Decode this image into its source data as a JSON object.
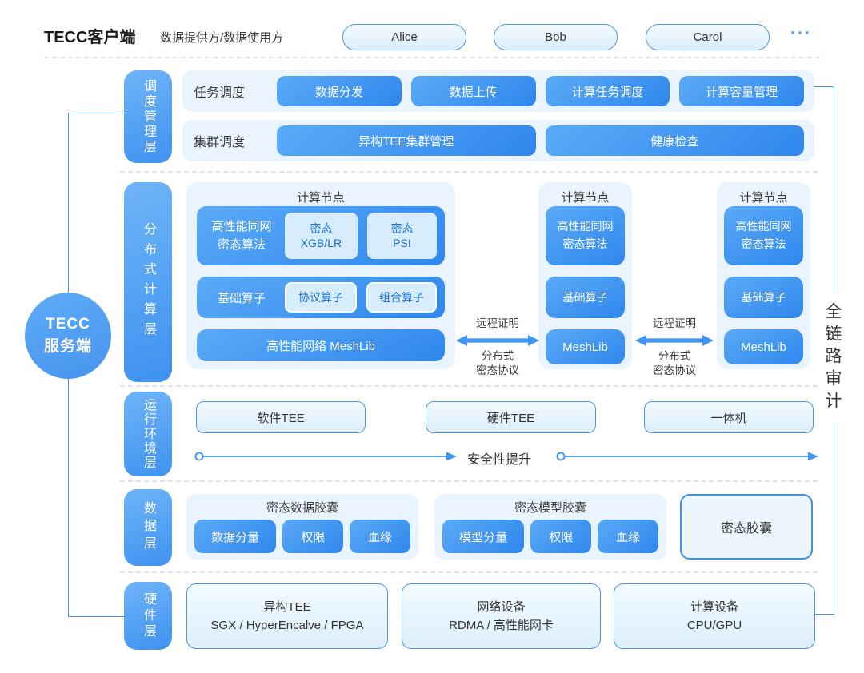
{
  "colors": {
    "accent_blue": "#3E8FE8",
    "chip_gradient_start": "#5BAAF7",
    "chip_gradient_end": "#2F87ED",
    "panel_light": "#EAF4FE",
    "line_blue": "#4A90E2"
  },
  "header": {
    "title": "TECC客户端",
    "subtitle": "数据提供方/数据使用方",
    "clients": [
      "Alice",
      "Bob",
      "Carol"
    ],
    "more": "···"
  },
  "server": {
    "line1": "TECC",
    "line2": "服务端"
  },
  "audit": {
    "label": "全链路审计"
  },
  "scheduling": {
    "layer_label": "调度管理层",
    "task_row": {
      "label": "任务调度",
      "buttons": [
        "数据分发",
        "数据上传",
        "计算任务调度",
        "计算容量管理"
      ]
    },
    "cluster_row": {
      "label": "集群调度",
      "buttons": [
        "异构TEE集群管理",
        "健康检查"
      ]
    }
  },
  "computing": {
    "layer_label": "分布式计算层",
    "main_node": {
      "title": "计算节点",
      "algo_label_l1": "高性能同网",
      "algo_label_l2": "密态算法",
      "algo_items": [
        {
          "l1": "密态",
          "l2": "XGB/LR"
        },
        {
          "l1": "密态",
          "l2": "PSI"
        }
      ],
      "operator_label": "基础算子",
      "operator_items": [
        "协议算子",
        "组合算子"
      ],
      "network_label": "高性能网络 MeshLib"
    },
    "small_nodes": [
      {
        "title": "计算节点",
        "algo_l1": "高性能同网",
        "algo_l2": "密态算法",
        "operator": "基础算子",
        "network": "MeshLib"
      },
      {
        "title": "计算节点",
        "algo_l1": "高性能同网",
        "algo_l2": "密态算法",
        "operator": "基础算子",
        "network": "MeshLib"
      }
    ],
    "links": [
      {
        "top": "远程证明",
        "bottom_l1": "分布式",
        "bottom_l2": "密态协议"
      },
      {
        "top": "远程证明",
        "bottom_l1": "分布式",
        "bottom_l2": "密态协议"
      }
    ]
  },
  "runtime": {
    "layer_label": "运行环境层",
    "boxes": [
      "软件TEE",
      "硬件TEE",
      "一体机"
    ],
    "axis_label": "安全性提升"
  },
  "data_layer": {
    "layer_label": "数据层",
    "groups": [
      {
        "title": "密态数据胶囊",
        "buttons": [
          "数据分量",
          "权限",
          "血缘"
        ]
      },
      {
        "title": "密态模型胶囊",
        "buttons": [
          "模型分量",
          "权限",
          "血缘"
        ]
      }
    ],
    "capsule": "密态胶囊"
  },
  "hardware": {
    "layer_label": "硬件层",
    "boxes": [
      {
        "l1": "异构TEE",
        "l2": "SGX / HyperEncalve / FPGA"
      },
      {
        "l1": "网络设备",
        "l2": "RDMA / 高性能网卡"
      },
      {
        "l1": "计算设备",
        "l2": "CPU/GPU"
      }
    ]
  }
}
